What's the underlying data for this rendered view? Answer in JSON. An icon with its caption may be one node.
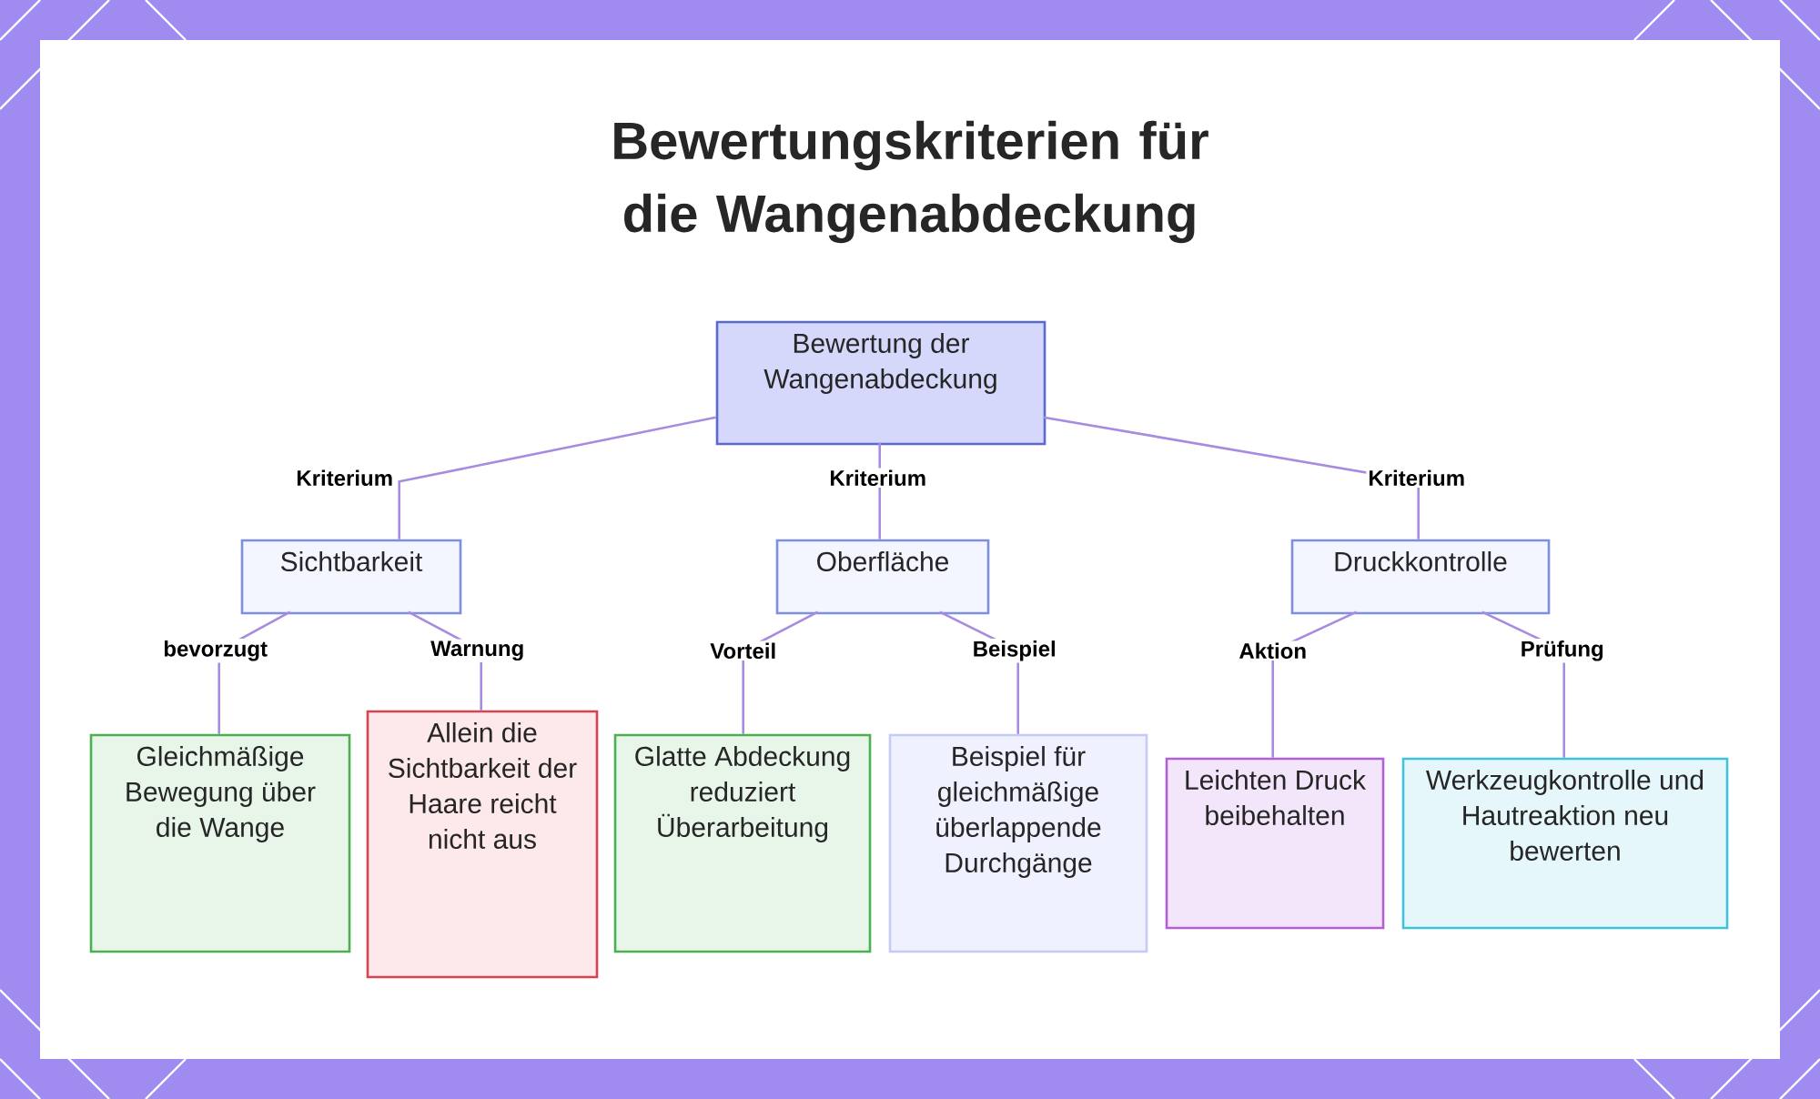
{
  "diagram": {
    "title": "Bewertungskriterien für die Wangenabdeckung",
    "nodes": [
      {
        "text": [
          "Bewertung der Wangenabdeckung"
        ]
      },
      {
        "text": [
          "Sichtbarkeit"
        ]
      },
      {
        "text": [
          "Oberfläche"
        ]
      },
      {
        "text": [
          "Druckkontrolle"
        ]
      },
      {
        "text": [
          "Gleichmäßige Bewegung über die Wange"
        ]
      },
      {
        "text": [
          "Allein die Sichtbarkeit der Haare reicht nicht aus"
        ]
      },
      {
        "text": [
          "Glatte Abdeckung reduziert Überarbeitung"
        ]
      },
      {
        "text": [
          "Beispiel für gleichmäßige überlappende Durchgänge"
        ]
      },
      {
        "text": [
          "Leichten Druck beibehalten"
        ]
      },
      {
        "text": [
          "Werkzeugkontrolle und Hautreaktion neu bewerten"
        ]
      }
    ],
    "edges": [
      {
        "from": 0,
        "to": 1,
        "arrow": "none",
        "label": "Kriterium"
      },
      {
        "from": 0,
        "to": 2,
        "arrow": "none",
        "label": "Kriterium"
      },
      {
        "from": 0,
        "to": 3,
        "arrow": "none",
        "label": "Kriterium"
      },
      {
        "from": 1,
        "to": 4,
        "arrow": "none",
        "label": "bevorzugt"
      },
      {
        "from": 1,
        "to": 5,
        "arrow": "none",
        "label": "Warnung"
      },
      {
        "from": 2,
        "to": 6,
        "arrow": "none",
        "label": "Vorteil"
      },
      {
        "from": 2,
        "to": 7,
        "arrow": "none",
        "label": "Beispiel"
      },
      {
        "from": 3,
        "to": 8,
        "arrow": "none",
        "label": "Aktion"
      },
      {
        "from": 3,
        "to": 9,
        "arrow": "none",
        "label": "Prüfung"
      }
    ]
  }
}
